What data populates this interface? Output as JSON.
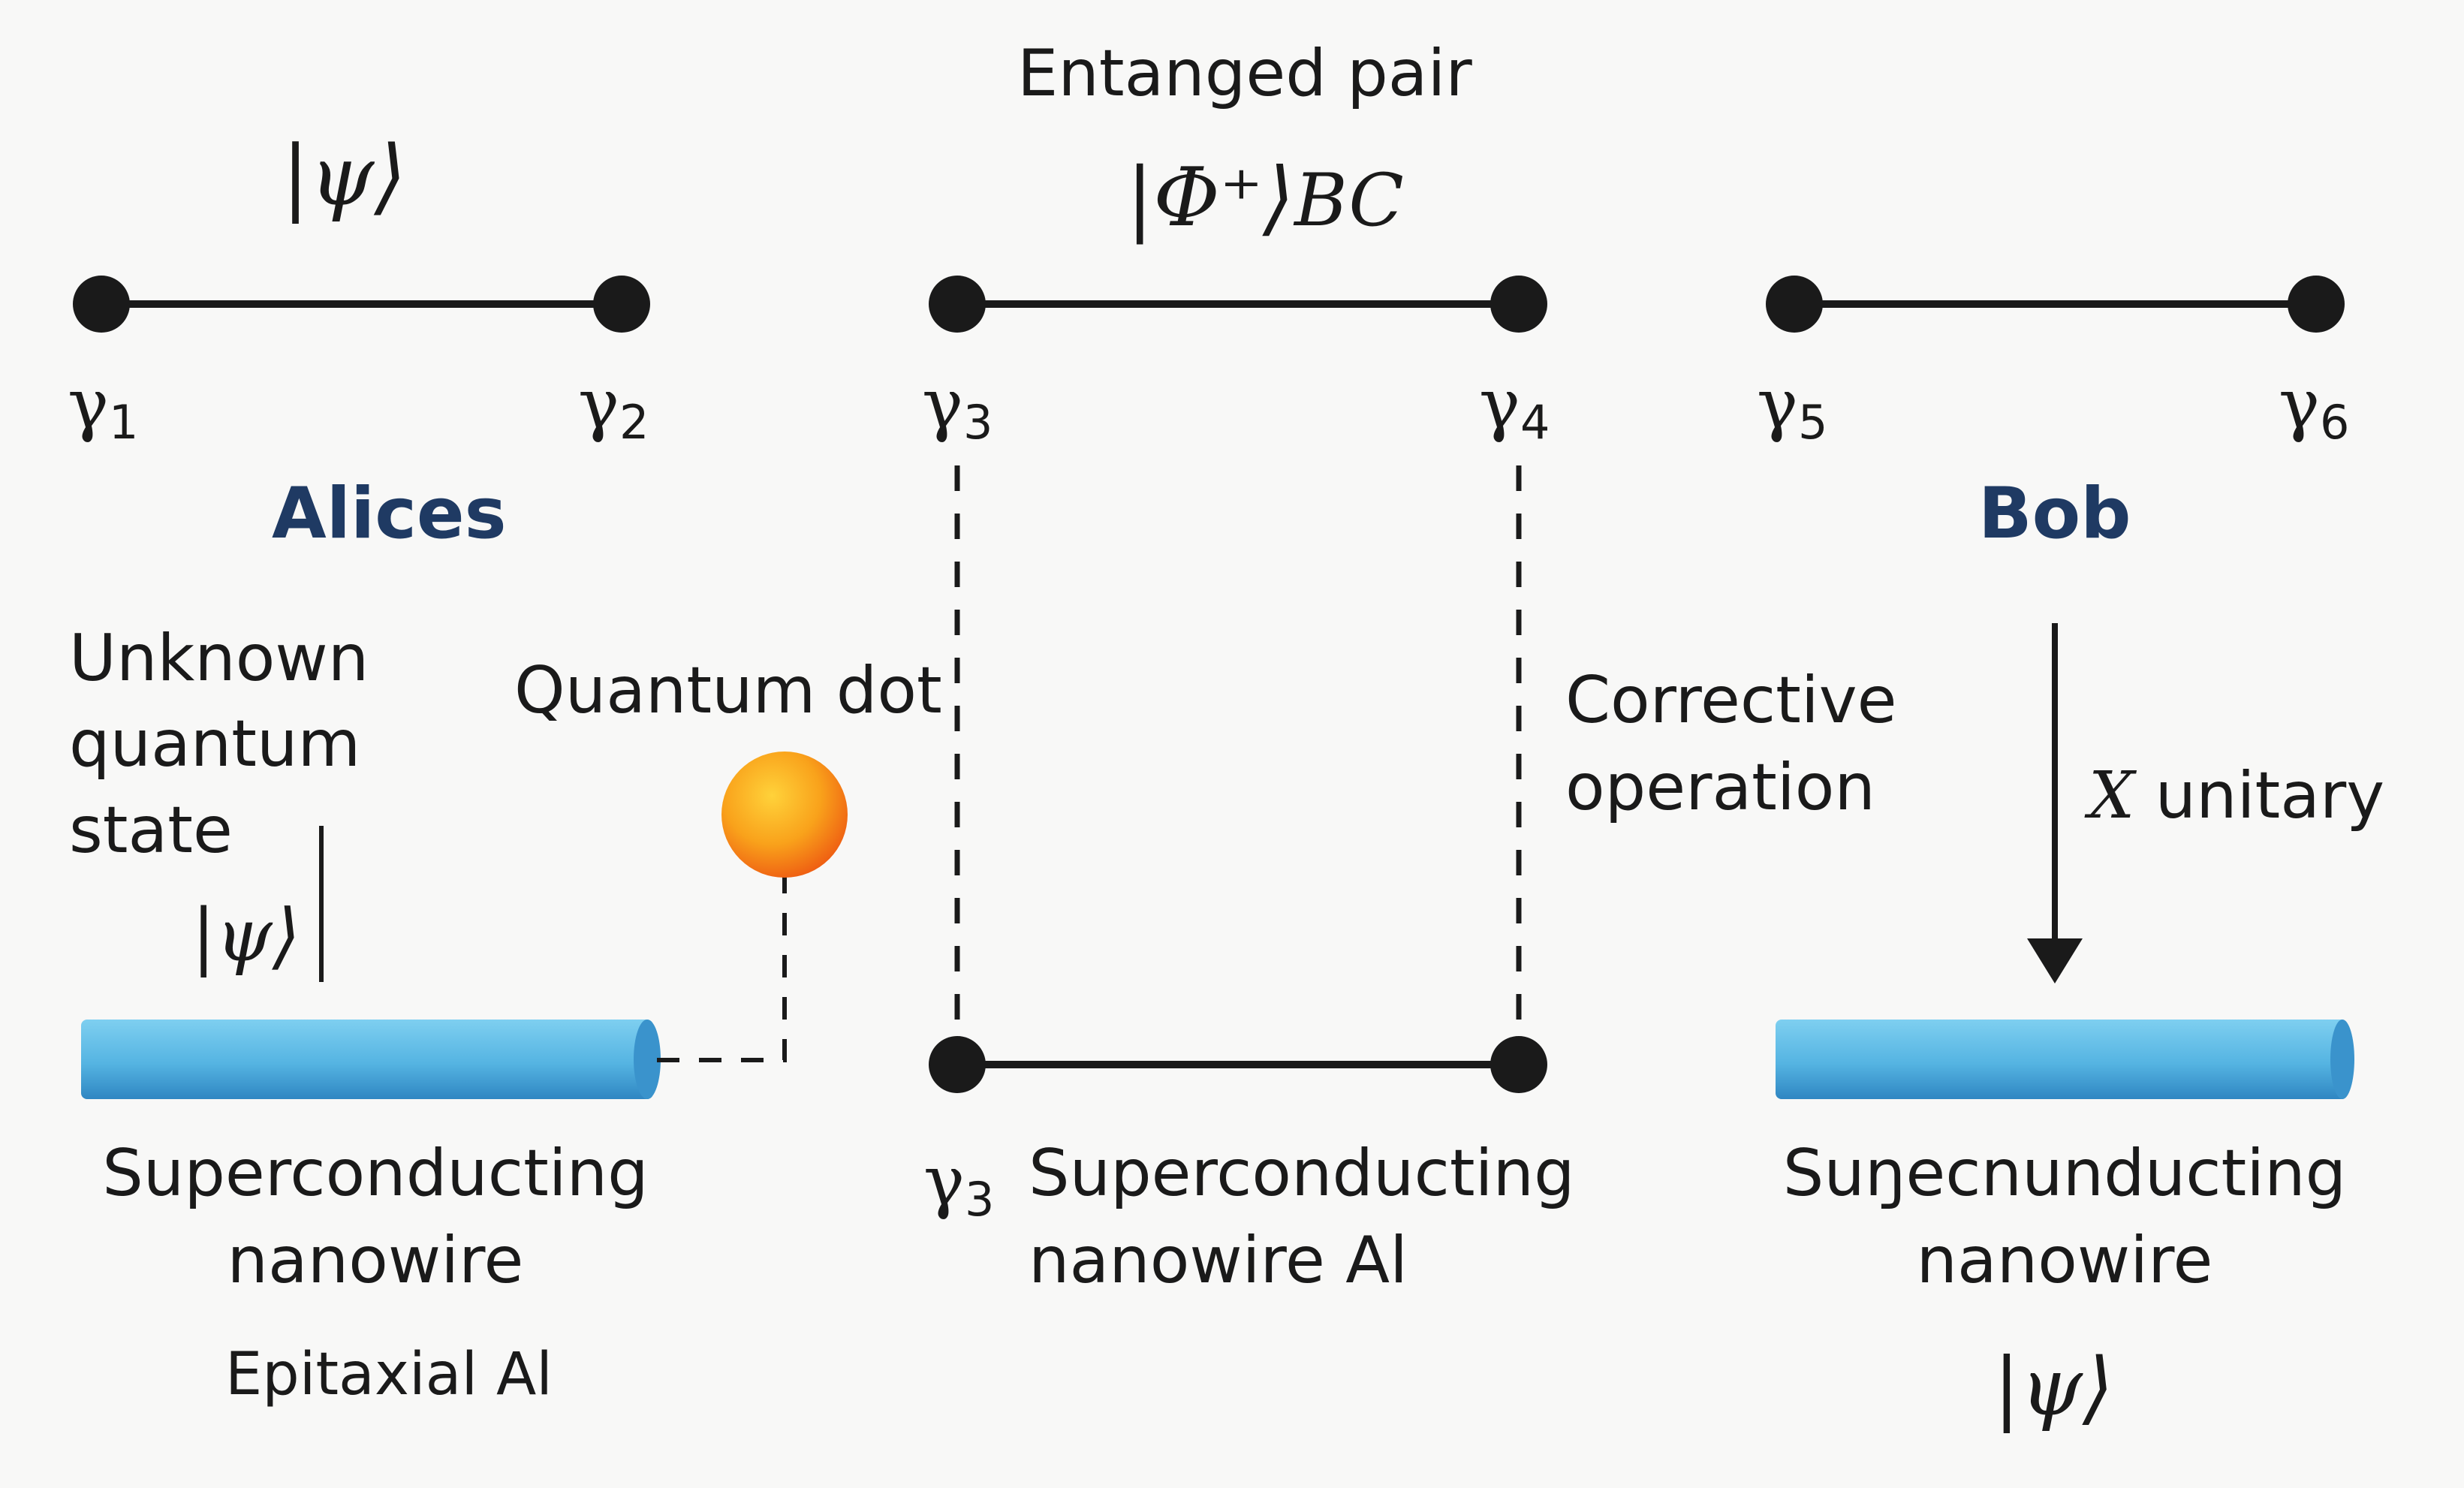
{
  "entangled_title": "Entanged pair",
  "ket_alice_top": "|ψ⟩",
  "ket_pair": "|Φ⁺⟩",
  "ket_pair_sub": "BC",
  "gammas": {
    "g1": {
      "sym": "γ",
      "idx": "1"
    },
    "g2": {
      "sym": "γ",
      "idx": "2"
    },
    "g3": {
      "sym": "γ",
      "idx": "3"
    },
    "g4": {
      "sym": "γ",
      "idx": "4"
    },
    "g5": {
      "sym": "γ",
      "idx": "5"
    },
    "g6": {
      "sym": "γ",
      "idx": "6"
    },
    "g3_bottom": {
      "sym": "γ",
      "idx": "3"
    }
  },
  "alice_label": "Alices",
  "bob_label": "Bob",
  "unknown_state": [
    "Unknown",
    "quantum",
    "state"
  ],
  "ket_unknown": "|ψ⟩",
  "quantum_dot_label": "Quantum dot",
  "corrective": [
    "Corrective",
    "operation"
  ],
  "x_unitary_symbol": "X",
  "x_unitary_text": " unitary",
  "left_wire": [
    "Superconducting",
    "nanowire"
  ],
  "epitaxial": "Epitaxial Al",
  "middle_wire": [
    "Superconducting",
    "nanowire  Al"
  ],
  "right_wire": [
    "Suŋecnunducting",
    "nanowire"
  ],
  "ket_bob": "|ψ⟩",
  "colors": {
    "node": "#1a1a1a",
    "name_label": "#1f3a63",
    "wire_fill": "#5bb8e4",
    "dot_fill": "#f7941d"
  }
}
